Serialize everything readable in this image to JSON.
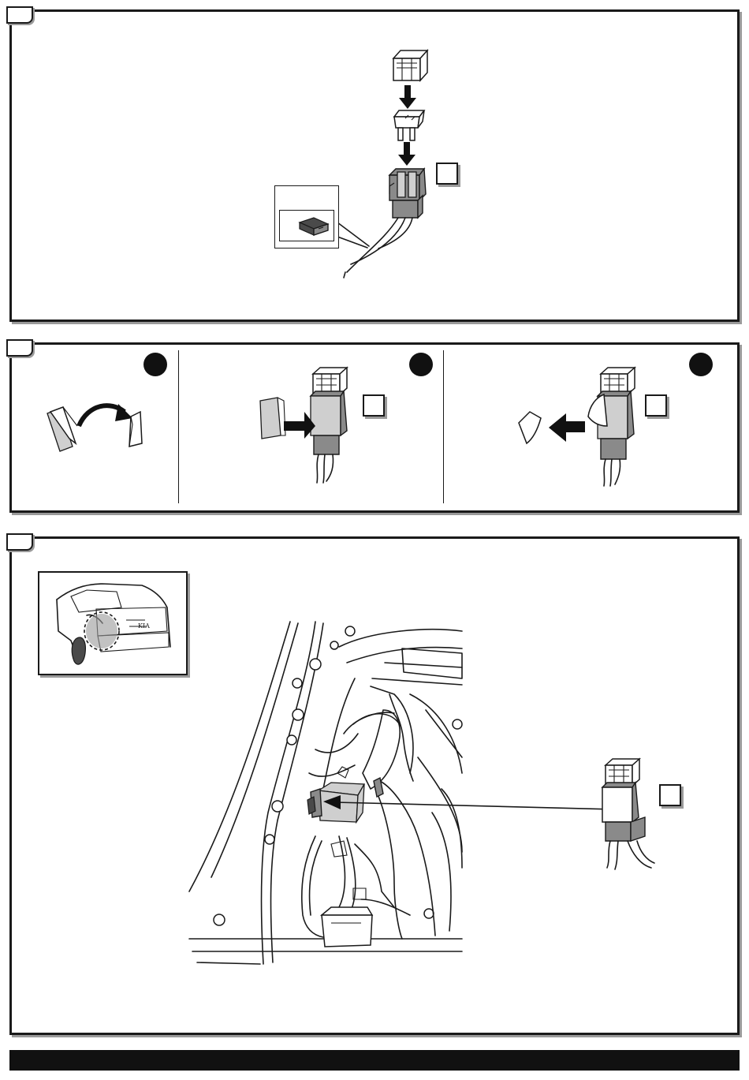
{
  "steps": [
    {
      "id": "step-1",
      "number": ""
    },
    {
      "id": "step-2",
      "number": ""
    },
    {
      "id": "step-3",
      "number": ""
    }
  ],
  "callouts": {
    "step1_ref": "",
    "step2b_ref": "",
    "step2c_ref": "",
    "step3_ref": ""
  },
  "sub_steps": [
    "",
    "",
    ""
  ],
  "icons": [
    "fuse-cover-icon",
    "fuse-icon",
    "fuse-holder-icon",
    "relay-module-icon",
    "adhesive-pad-icon",
    "arrow-icon",
    "vehicle-rear-icon",
    "vehicle-interior-icon"
  ],
  "colors": {
    "border": "#1a1a1a",
    "shadow": "#9a9a9a",
    "footer": "#111111",
    "part_grey": "#8a8a8a"
  }
}
